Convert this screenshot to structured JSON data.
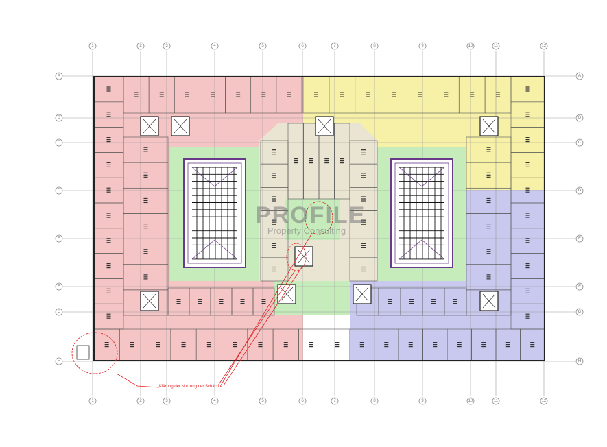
{
  "grid": {
    "columns": [
      "1",
      "2",
      "3",
      "4",
      "5",
      "6",
      "7",
      "8",
      "9",
      "10",
      "11",
      "12"
    ],
    "rows": [
      "A",
      "B",
      "C",
      "D",
      "E",
      "F",
      "G",
      "H"
    ]
  },
  "colors": {
    "zone_west": "#f5c4c4",
    "zone_north_east": "#f6f1a6",
    "zone_south_east": "#c9c9ef",
    "zone_center": "#e9e5d2",
    "atrium": "#c6ecbc",
    "annotation": "#e02020"
  },
  "watermark": {
    "title": "PROFILE",
    "subtitle": "Property Consulting"
  },
  "annotation": {
    "text": "Klärung der Nutzung der Schächte"
  }
}
